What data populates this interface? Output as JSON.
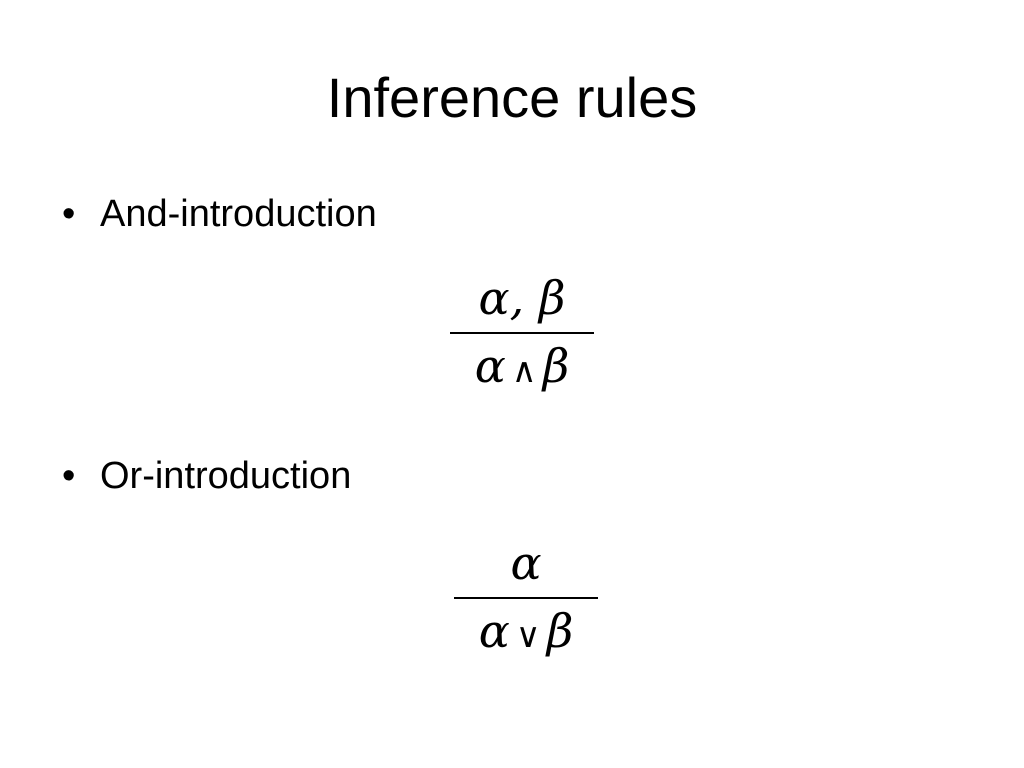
{
  "slide": {
    "title": "Inference rules",
    "bullets": [
      {
        "marker": "•",
        "label": "And-introduction",
        "rule": {
          "premise": "α,  β",
          "conclusion_left": "α",
          "conclusion_op": "∧",
          "conclusion_right": "β"
        }
      },
      {
        "marker": "•",
        "label": "Or-introduction",
        "rule": {
          "premise": "α",
          "conclusion_left": "α",
          "conclusion_op": "∨",
          "conclusion_right": "β"
        }
      }
    ]
  }
}
